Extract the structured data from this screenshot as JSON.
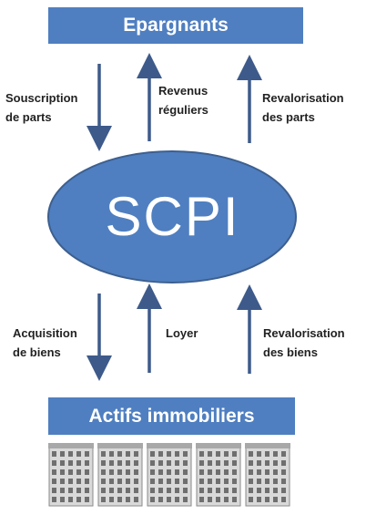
{
  "top_box": {
    "label": "Epargnants"
  },
  "bottom_box": {
    "label": "Actifs immobiliers"
  },
  "center": {
    "label": "SCPI"
  },
  "upper_arrows": [
    {
      "label": "Souscription\nde parts",
      "direction": "down"
    },
    {
      "label": "Revenus\nréguliers",
      "direction": "up"
    },
    {
      "label": "Revalorisation\ndes parts",
      "direction": "up"
    }
  ],
  "lower_arrows": [
    {
      "label": "Acquisition\nde biens",
      "direction": "down"
    },
    {
      "label": "Loyer",
      "direction": "up"
    },
    {
      "label": "Revalorisation\ndes biens",
      "direction": "up"
    }
  ],
  "colors": {
    "box_fill": "#4f7fc0",
    "ellipse_fill": "#4f7fc0",
    "ellipse_stroke": "#3d5f8f",
    "arrow": "#3d5a8a"
  },
  "buildings": {
    "count": 5,
    "icon": "apartment-building-icon"
  }
}
